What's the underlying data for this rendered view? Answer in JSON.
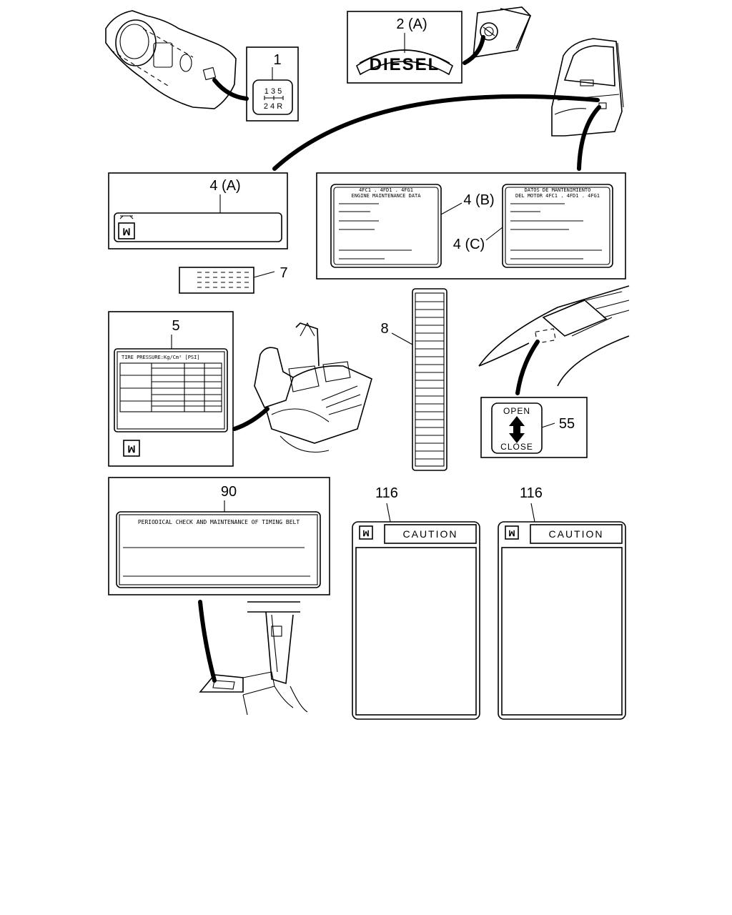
{
  "callouts": {
    "c1": "1",
    "c2a": "2 (A)",
    "c4a": "4 (A)",
    "c4b": "4 (B)",
    "c4c": "4 (C)",
    "c5": "5",
    "c7": "7",
    "c8": "8",
    "c55": "55",
    "c90": "90",
    "c116_left": "116",
    "c116_right": "116"
  },
  "labels": {
    "shift_pattern_top": "1 3 5",
    "shift_pattern_bottom": "2 4 R",
    "diesel": "DIESEL",
    "engine_data_line1": "4FC1 . 4FD1 . 4FG1",
    "engine_data_line2": "ENGINE MAINTENANCE DATA",
    "datos_line1": "DATOS DE MANTENIMIENTO",
    "datos_line2": "DEL MOTOR 4FC1 . 4FD1 . 4FG1",
    "tire_pressure": "TIRE PRESSURE:Kg/Cm² [PSI]",
    "open": "OPEN",
    "close": "CLOSE",
    "timing_belt": "PERIODICAL CHECK AND MAINTENANCE OF TIMING BELT",
    "caution_left": "CAUTION",
    "caution_right": "CAUTION"
  },
  "icons": [
    "isuzu-logo-icon",
    "gear-shift-knob-icon",
    "fuel-filler-icon",
    "double-arrow-icon"
  ]
}
